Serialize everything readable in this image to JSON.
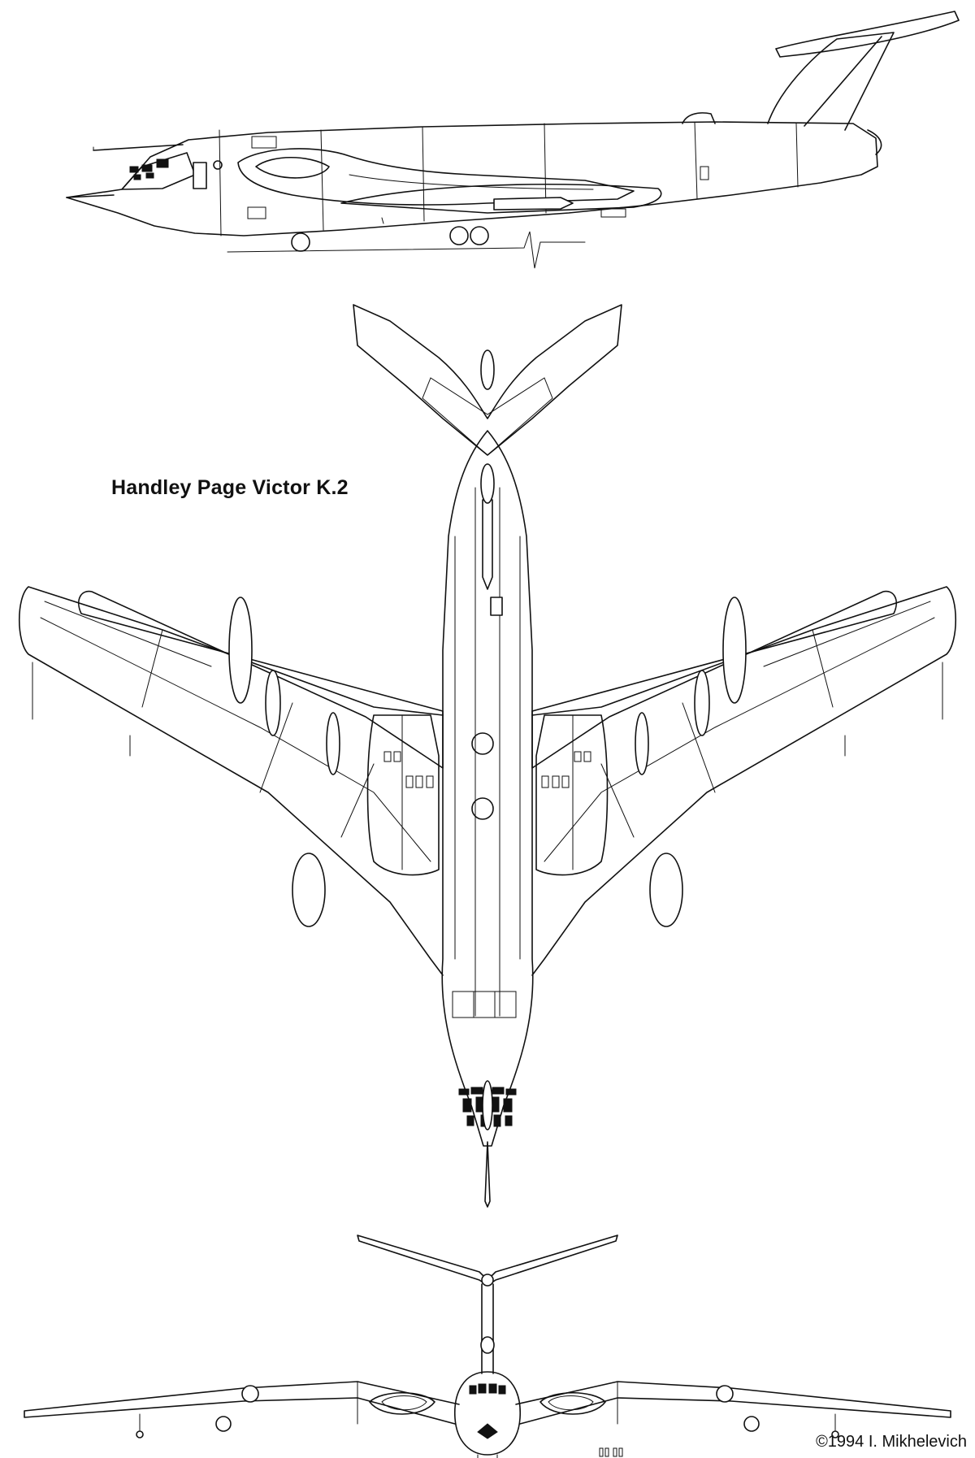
{
  "drawing": {
    "title": "Handley Page Victor K.2",
    "credit": "©1994 I. Mikhelevich",
    "line_color": "#111111",
    "background_color": "#ffffff"
  },
  "views": [
    "side-view",
    "top-view",
    "front-view"
  ]
}
